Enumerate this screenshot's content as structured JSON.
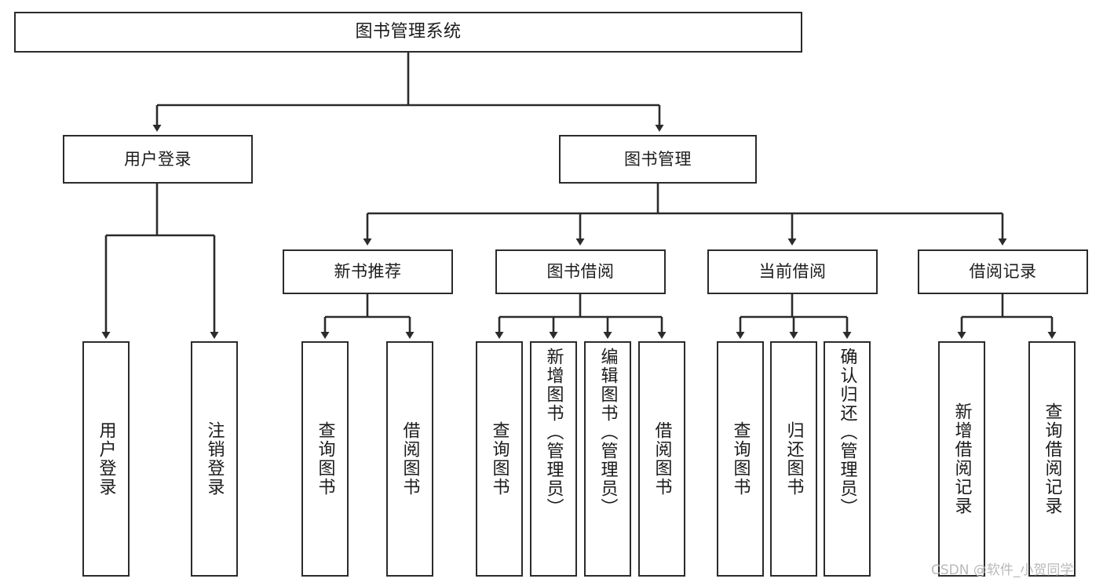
{
  "diagram": {
    "title": "图书管理系统",
    "type": "tree-hierarchy-diagram",
    "orientation": "top-down",
    "style": {
      "box_border_color": "#2b2b2b",
      "box_fill_color": "#ffffff",
      "connector_color": "#2b2b2b",
      "text_color": "#1b1b1b",
      "background_color": "#ffffff"
    }
  },
  "nodes": {
    "root": {
      "label": "图书管理系统"
    },
    "level2": [
      {
        "id": "user-login",
        "label": "用户登录"
      },
      {
        "id": "book-manage",
        "label": "图书管理"
      }
    ],
    "level3": [
      {
        "id": "new-book-recommend",
        "label": "新书推荐"
      },
      {
        "id": "book-borrow",
        "label": "图书借阅"
      },
      {
        "id": "current-borrow",
        "label": "当前借阅"
      },
      {
        "id": "borrow-record",
        "label": "借阅记录"
      }
    ],
    "leaves": {
      "user_login": [
        {
          "id": "leaf-user-login",
          "label": "用户登录"
        },
        {
          "id": "leaf-logout-login",
          "label": "注销登录"
        }
      ],
      "new_book_recommend": [
        {
          "id": "leaf-query-book-1",
          "label": "查询图书"
        },
        {
          "id": "leaf-borrow-book-1",
          "label": "借阅图书"
        }
      ],
      "book_borrow": [
        {
          "id": "leaf-query-book-2",
          "label": "查询图书"
        },
        {
          "id": "leaf-add-book",
          "label": "新增图书（管理员）"
        },
        {
          "id": "leaf-edit-book",
          "label": "编辑图书（管理员）"
        },
        {
          "id": "leaf-borrow-book-2",
          "label": "借阅图书"
        }
      ],
      "current_borrow": [
        {
          "id": "leaf-query-book-3",
          "label": "查询图书"
        },
        {
          "id": "leaf-return-book",
          "label": "归还图书"
        },
        {
          "id": "leaf-confirm-return",
          "label": "确认归还（管理员）"
        }
      ],
      "borrow_record": [
        {
          "id": "leaf-add-record",
          "label": "新增借阅记录"
        },
        {
          "id": "leaf-query-record",
          "label": "查询借阅记录"
        }
      ]
    }
  },
  "watermark": {
    "text": "CSDN @软件_小贺同学"
  }
}
